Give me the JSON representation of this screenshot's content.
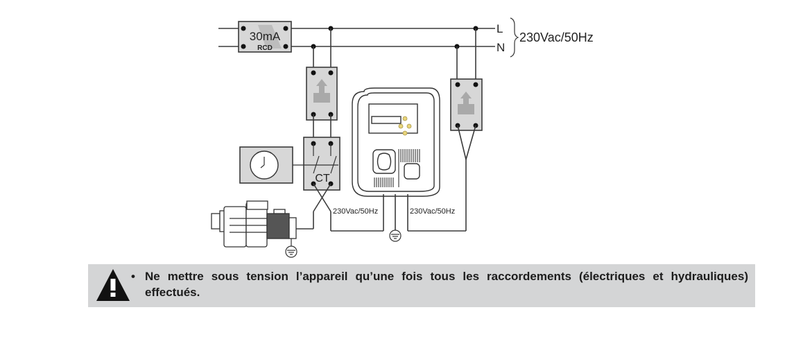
{
  "diagram": {
    "rcd": {
      "rating": "30mA",
      "label": "RCD"
    },
    "supply": {
      "line_label": "L",
      "neutral_label": "N",
      "voltage": "230Vac/50Hz"
    },
    "contactor_label": "CT",
    "pump_feed_label": "230Vac/50Hz",
    "device_feed_label": "230Vac/50Hz",
    "components": [
      "rcd",
      "circuit-breaker",
      "circuit-breaker",
      "contactor",
      "timer-clock",
      "pump",
      "control-unit",
      "earth-ground",
      "earth-ground"
    ],
    "colors": {
      "box_fill": "#d7d7d7",
      "wire": "#3a3a3a",
      "button_yellow": "#e8d47a"
    }
  },
  "warning": {
    "icon": "warning-triangle-icon",
    "bullet": "•",
    "text": "Ne mettre sous tension l’appareil qu’une fois tous les raccordements (électriques et hydrauliques) effectués.",
    "background": "#d4d5d6"
  }
}
